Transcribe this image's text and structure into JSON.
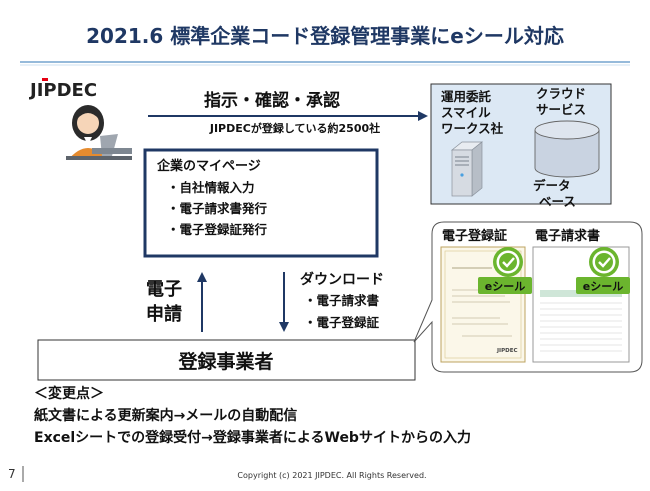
{
  "title": "2021.6 標準企業コード登録管理事業にeシール対応",
  "logo": "JIPDEC",
  "instruction_label": "指示・確認・承認",
  "registered_note": "JIPDECが登録している約2500社",
  "outsource": {
    "lines": [
      "運用委託",
      "スマイル",
      "ワークス社"
    ]
  },
  "cloud": {
    "lines": [
      "クラウド",
      "サービス"
    ]
  },
  "database_label": [
    "データ",
    "ベース"
  ],
  "mypage": {
    "title": "企業のマイページ",
    "items": [
      "・自社情報入力",
      "・電子請求書発行",
      "・電子登録証発行"
    ]
  },
  "application_label": [
    "電子",
    "申請"
  ],
  "download": {
    "title": "ダウンロード",
    "items": [
      "・電子請求書",
      "・電子登録証"
    ]
  },
  "registrant": "登録事業者",
  "docs": {
    "cert_title": "電子登録証",
    "invoice_title": "電子請求書",
    "seal_label": "eシール",
    "mini_logo": "JIPDEC"
  },
  "changes": {
    "heading": "＜変更点＞",
    "items": [
      "紙文書による更新案内→メールの自動配信",
      "Excelシートでの登録受付→登録事業者によるWebサイトからの入力"
    ]
  },
  "footer": {
    "page_number": "7",
    "copyright": "Copyright (c) 2021 JIPDEC.  All Rights Reserved."
  },
  "colors": {
    "title_blue": "#1F3864",
    "border_navy": "#1F3864",
    "outsource_fill": "#DCE8F4",
    "seal_green": "#6BB52E",
    "database_fill": "#C9D3E1"
  }
}
